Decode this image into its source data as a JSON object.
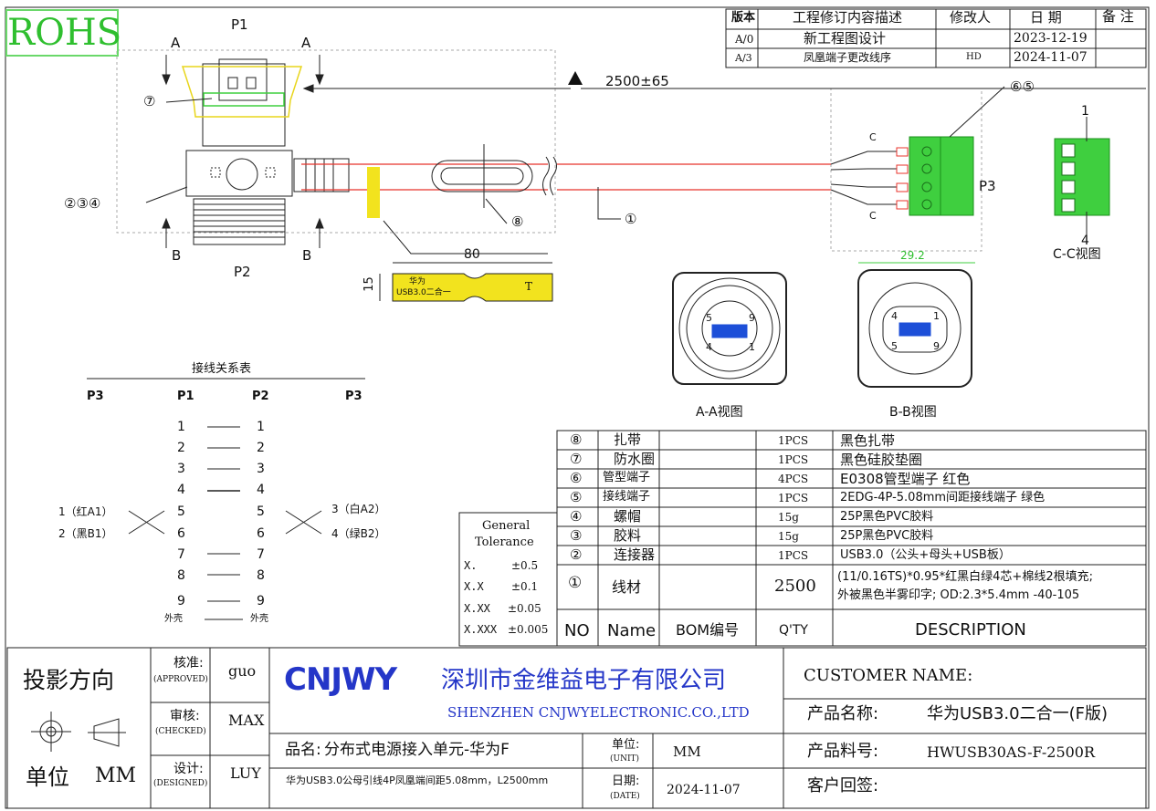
{
  "rohs": "ROHS",
  "revision_table": {
    "headers": [
      "版本",
      "工程修订内容描述",
      "修改人",
      "日 期",
      "备 注"
    ],
    "rows": [
      {
        "version": "A/0",
        "desc": "新工程图设计",
        "author": "",
        "date": "2023-12-19"
      },
      {
        "version": "A/3",
        "desc": "凤凰端子更改线序",
        "author": "HD",
        "date": "2024-11-07"
      }
    ]
  },
  "drawing": {
    "p1": "P1",
    "p2": "P2",
    "p3": "P3",
    "section_a": "A",
    "section_b": "B",
    "section_c": "C",
    "length": "2500±65",
    "callout_7": "⑦",
    "callout_234": "②③④",
    "callout_8": "⑧",
    "callout_1": "①",
    "callout_65": "⑥⑤",
    "label_width": "80",
    "label_height": "15",
    "label_line1": "华为",
    "label_line2": "USB3.0二合一",
    "label_t": "T",
    "dim_292": "29.2",
    "view_aa": "A-A视图",
    "view_bb": "B-B视图",
    "view_cc": "C-C视图",
    "cc_pin_top": "1",
    "cc_pin_bottom": "4",
    "aa_pins": [
      "5",
      "9",
      "4",
      "1"
    ],
    "bb_pins": [
      "4",
      "1",
      "5",
      "9"
    ]
  },
  "wiring": {
    "title": "接线关系表",
    "headers": [
      "P3",
      "P1",
      "P2",
      "P3"
    ],
    "p1_pins": [
      "1",
      "2",
      "3",
      "4",
      "5",
      "6",
      "7",
      "8",
      "9",
      "外壳"
    ],
    "p2_pins": [
      "1",
      "2",
      "3",
      "4",
      "5",
      "6",
      "7",
      "8",
      "9",
      "外壳"
    ],
    "left_p3": [
      "1（红A1）",
      "2（黑B1）"
    ],
    "right_p3": [
      "3（白A2）",
      "4（绿B2）"
    ]
  },
  "tolerance": {
    "title": [
      "General",
      "Tolerance"
    ],
    "rows": [
      {
        "k": "X.",
        "v": "±0.5"
      },
      {
        "k": "X.X",
        "v": "±0.1"
      },
      {
        "k": "X.XX",
        "v": "±0.05"
      },
      {
        "k": "X.XXX",
        "v": "±0.005"
      }
    ]
  },
  "bom": {
    "rows": [
      {
        "no": "⑧",
        "name": "扎带",
        "qty": "1PCS",
        "desc": "黑色扎带"
      },
      {
        "no": "⑦",
        "name": "防水圈",
        "qty": "1PCS",
        "desc": "黑色硅胶垫圈"
      },
      {
        "no": "⑥",
        "name": "管型端子",
        "qty": "4PCS",
        "desc": "E0308管型端子 红色"
      },
      {
        "no": "⑤",
        "name": "接线端子",
        "qty": "1PCS",
        "desc": "2EDG-4P-5.08mm间距接线端子 绿色"
      },
      {
        "no": "④",
        "name": "螺帽",
        "qty": "15g",
        "desc": "25P黑色PVC胶料"
      },
      {
        "no": "③",
        "name": "胶料",
        "qty": "15g",
        "desc": "25P黑色PVC胶料"
      },
      {
        "no": "②",
        "name": "连接器",
        "qty": "1PCS",
        "desc": "USB3.0（公头+母头+USB板）"
      }
    ],
    "row1": {
      "no": "①",
      "name": "线材",
      "qty": "2500",
      "desc1": "(11/0.16TS)*0.95*红黑白绿4芯+棉线2根填充;",
      "desc2": "外被黑色半雾印字; OD:2.3*5.4mm -40-105"
    },
    "headers": {
      "no": "NO",
      "name": "Name",
      "bom": "BOM编号",
      "qty": "Q'TY",
      "desc": "DESCRIPTION"
    }
  },
  "title_block": {
    "projection": "投影方向",
    "unit_label": "单位",
    "unit_value": "MM",
    "approved_label": "核准:",
    "approved_en": "(APPROVED)",
    "approved_by": "guo",
    "checked_label": "审核:",
    "checked_en": "(CHECKED)",
    "checked_by": "MAX",
    "designed_label": "设计:",
    "designed_en": "(DESIGNED)",
    "designed_by": "LUY",
    "logo": "CNJWY",
    "company_cn": "深圳市金维益电子有限公司",
    "company_en": "SHENZHEN CNJWYELECTRONIC.CO.,LTD",
    "product_name_label": "品名:",
    "product_name": "分布式电源接入单元-华为F",
    "spec": "华为USB3.0公母引线4P凤凰端间距5.08mm，L2500mm",
    "unit2_label": "单位:",
    "unit2_en": "(UNIT)",
    "unit2_value": "MM",
    "date_label": "日期:",
    "date_en": "(DATE)",
    "date_value": "2024-11-07",
    "customer_label": "CUSTOMER NAME:",
    "pname_label": "产品名称:",
    "pname_value": "华为USB3.0二合一(F版)",
    "pno_label": "产品料号:",
    "pno_value": "HWUSB30AS-F-2500R",
    "sign_label": "客户回签:"
  },
  "colors": {
    "wire_red": "#e8332b",
    "connector_green": "#3fcf3f",
    "label_yellow": "#f2e31e",
    "usb_blue": "#1d4fd8",
    "logo_blue": "#2436c8"
  }
}
